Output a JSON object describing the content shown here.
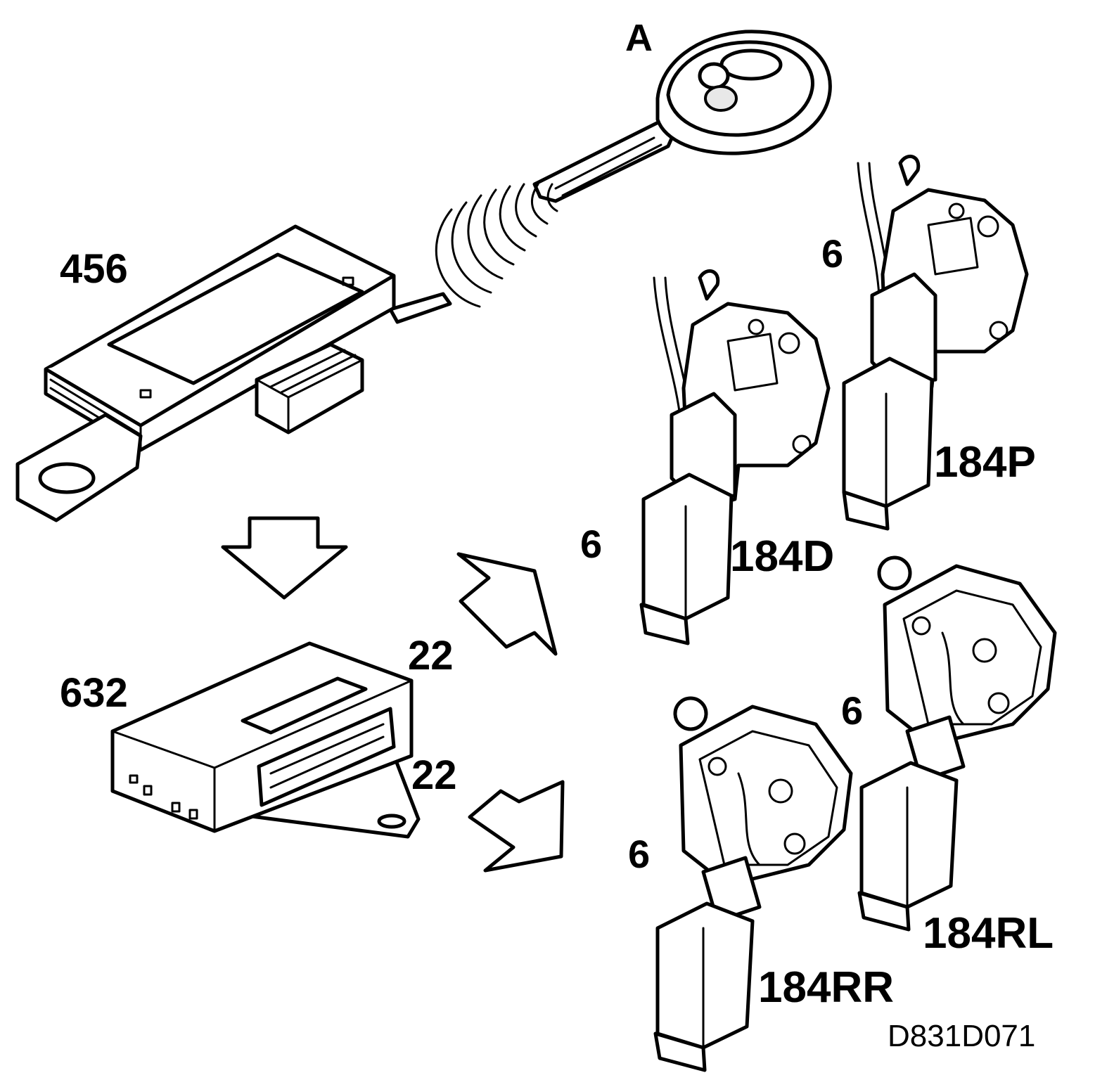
{
  "labels": {
    "key_fob": "A",
    "receiver_module": "456",
    "control_module": "632",
    "bus_upper": "22",
    "bus_lower": "22",
    "lock_front_driver": "184D",
    "lock_front_passenger": "184P",
    "lock_rear_right": "184RR",
    "lock_rear_left": "184RL",
    "wire_front_driver": "6",
    "wire_front_passenger": "6",
    "wire_rear_right": "6",
    "wire_rear_left": "6",
    "figure_ref": "D831D071"
  }
}
